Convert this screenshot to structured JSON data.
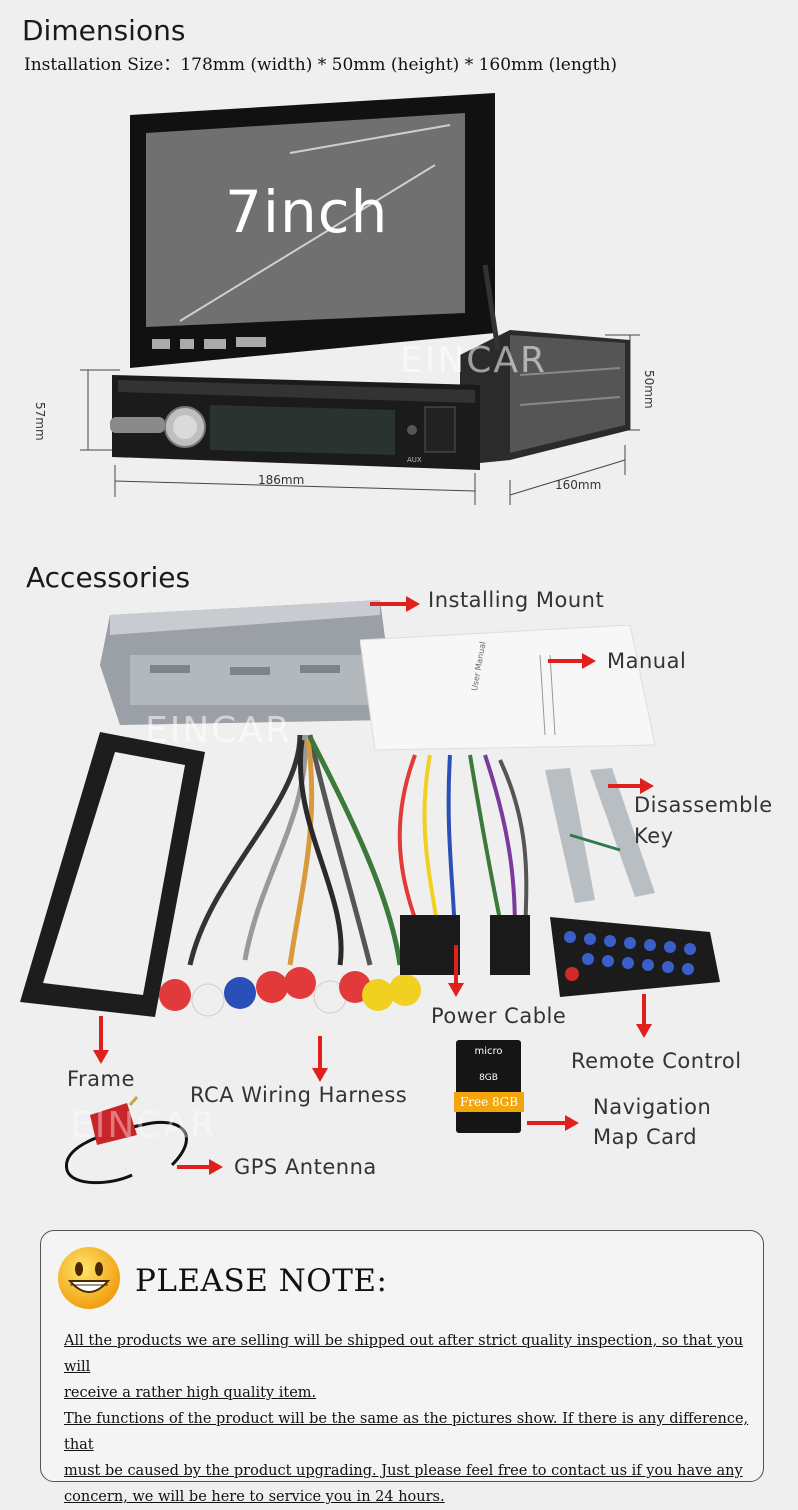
{
  "dimensions": {
    "heading": "Dimensions",
    "installation_size": "Installation Size：178mm (width) * 50mm (height) * 160mm (length)",
    "screen_label": "7inch",
    "brand_watermark": "EINCAR",
    "width_label": "186mm",
    "height_front_label": "57mm",
    "height_back_label": "50mm",
    "length_label": "160mm",
    "aux_label": "AUX"
  },
  "accessories": {
    "heading": "Accessories",
    "items": {
      "installing_mount": "Installing Mount",
      "manual": "Manual",
      "manual_cover": "User Manual",
      "disassemble_key_1": "Disassemble",
      "disassemble_key_2": "Key",
      "power_cable": "Power Cable",
      "remote_control": "Remote Control",
      "frame": "Frame",
      "rca_harness": "RCA Wiring Harness",
      "nav_card_1": "Navigation",
      "nav_card_2": "Map Card",
      "gps_antenna": "GPS Antenna",
      "sd_brand": "micro",
      "sd_capacity": "8GB",
      "sd_free_label": "Free 8GB"
    }
  },
  "note": {
    "title": "PLEASE NOTE:",
    "line1": "All the products we are selling will be shipped out after strict quality inspection, so that you will",
    "line2": "receive a rather high quality item.",
    "line3": "The functions of the product will be the same as the pictures show. If there is any difference, that",
    "line4": "must be caused by the product upgrading. Just please feel free to contact us if you have any",
    "line5": "concern, we will be here to service you in 24 hours."
  },
  "colors": {
    "arrow": "#e0201c",
    "background": "#efefef"
  }
}
